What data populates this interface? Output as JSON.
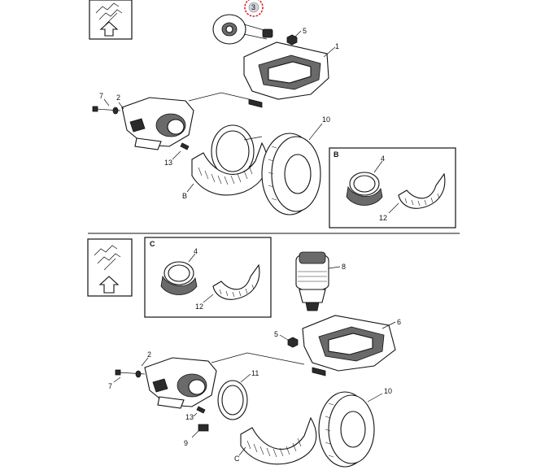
{
  "callouts": {
    "top": {
      "c1": "1",
      "c2": "2",
      "c3": "3",
      "c5": "5",
      "c7": "7",
      "c10": "10",
      "c13": "13",
      "cB": "B"
    },
    "inset_b": {
      "title": "B",
      "c4": "4",
      "c12": "12"
    },
    "bottom": {
      "c2": "2",
      "c5": "5",
      "c6": "6",
      "c7": "7",
      "c8": "8",
      "c9": "9",
      "c10": "10",
      "c11": "11",
      "c13": "13",
      "cC": "C"
    },
    "inset_c": {
      "title": "C",
      "c4": "4",
      "c12": "12"
    }
  },
  "icons": {
    "orientation": "vehicle-front-arrow-icon",
    "highlight": "red-dashed-circle-highlight"
  },
  "colors": {
    "highlight": "#d9242a",
    "ink": "#111111"
  }
}
